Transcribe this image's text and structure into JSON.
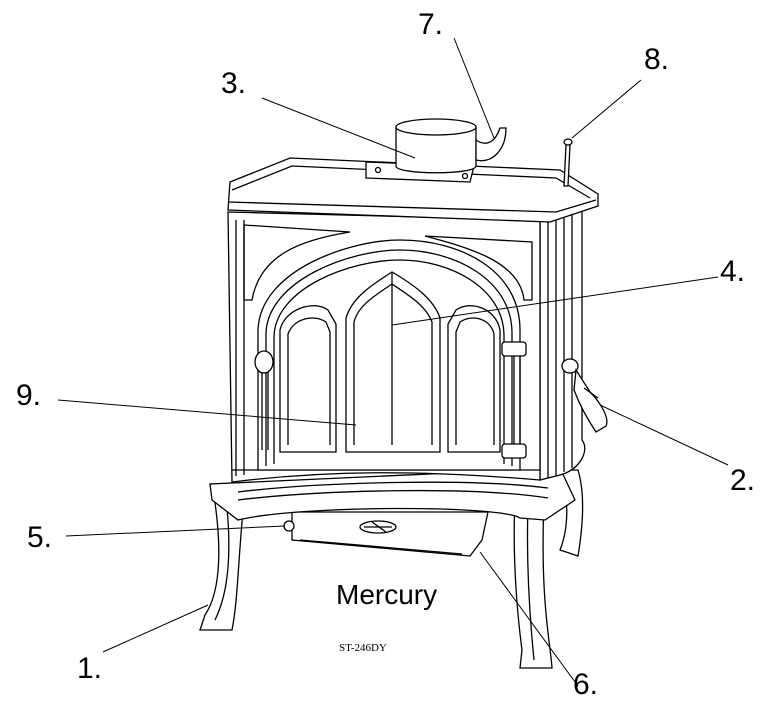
{
  "diagram": {
    "model_name": "Mercury",
    "model_code": "ST-246DY",
    "callouts": [
      {
        "id": "1",
        "label": "1."
      },
      {
        "id": "2",
        "label": "2."
      },
      {
        "id": "3",
        "label": "3."
      },
      {
        "id": "4",
        "label": "4."
      },
      {
        "id": "5",
        "label": "5."
      },
      {
        "id": "6",
        "label": "6."
      },
      {
        "id": "7",
        "label": "7."
      },
      {
        "id": "8",
        "label": "8."
      },
      {
        "id": "9",
        "label": "9."
      }
    ]
  }
}
